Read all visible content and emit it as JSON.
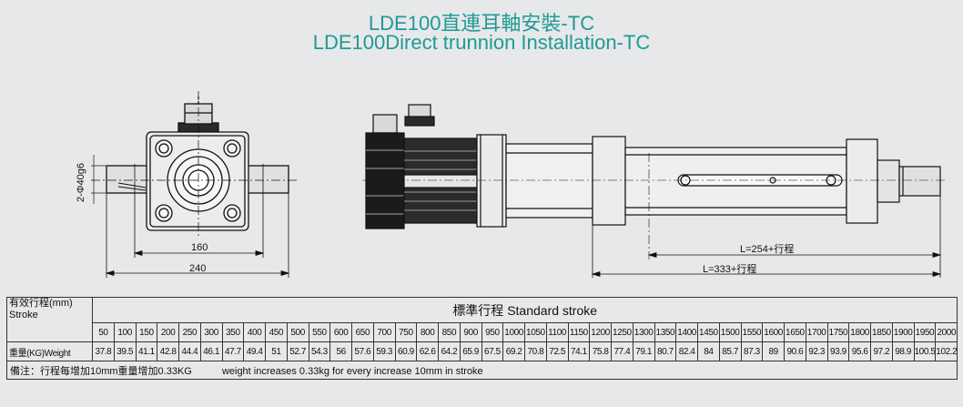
{
  "title_cn": "LDE100直連耳軸安裝-TC",
  "title_en": "LDE100Direct trunnion Installation-TC",
  "dims": {
    "dia_label": "2-Φ40g6",
    "width_160": "160",
    "width_240": "240",
    "length_254": "L=254+行程",
    "length_333": "L=333+行程"
  },
  "table": {
    "stroke_label_cn": "有效行程(mm)",
    "stroke_label_en": "Stroke",
    "standard_label": "標準行程   Standard stroke",
    "weight_label": "重量(KG)Weight",
    "strokes": [
      "50",
      "100",
      "150",
      "200",
      "250",
      "300",
      "350",
      "400",
      "450",
      "500",
      "550",
      "600",
      "650",
      "700",
      "750",
      "800",
      "850",
      "900",
      "950",
      "1000",
      "1050",
      "1100",
      "1150",
      "1200",
      "1250",
      "1300",
      "1350",
      "1400",
      "1450",
      "1500",
      "1550",
      "1600",
      "1650",
      "1700",
      "1750",
      "1800",
      "1850",
      "1900",
      "1950",
      "2000"
    ],
    "weights": [
      "37.8",
      "39.5",
      "41.1",
      "42.8",
      "44.4",
      "46.1",
      "47.7",
      "49.4",
      "51",
      "52.7",
      "54.3",
      "56",
      "57.6",
      "59.3",
      "60.9",
      "62.6",
      "64.2",
      "65.9",
      "67.5",
      "69.2",
      "70.8",
      "72.5",
      "74.1",
      "75.8",
      "77.4",
      "79.1",
      "80.7",
      "82.4",
      "84",
      "85.7",
      "87.3",
      "89",
      "90.6",
      "92.3",
      "93.9",
      "95.6",
      "97.2",
      "98.9",
      "100.5",
      "102.2"
    ],
    "note_cn": "備注：行程每增加10mm重量增加0.33KG",
    "note_en": "weight increases 0.33kg for every increase 10mm in stroke"
  }
}
